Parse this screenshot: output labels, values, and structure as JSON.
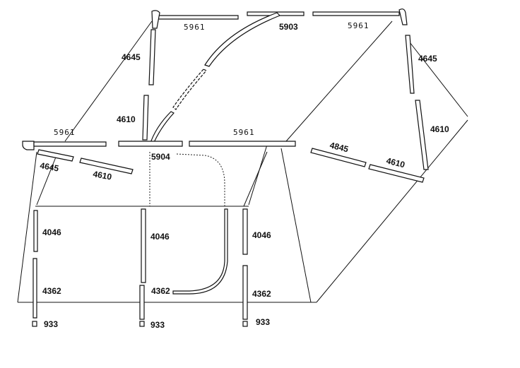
{
  "diagram": {
    "labels": {
      "p5961_top_left": "5961",
      "p5903": "5903",
      "p5961_top_right": "5961",
      "p4645_top_left": "4645",
      "p4645_top_right": "4645",
      "p4610_center": "4610",
      "p4610_right_vertical": "4610",
      "p5961_mid_left": "5961",
      "p5961_mid_right": "5961",
      "p4845": "4845",
      "p4610_right_diag": "4610",
      "p5904": "5904",
      "p4645_left": "4645",
      "p4610_left": "4610",
      "p4046_left": "4046",
      "p4046_center": "4046",
      "p4046_right": "4046",
      "p4362_left": "4362",
      "p4362_center": "4362",
      "p4362_right": "4362",
      "p933_left": "933",
      "p933_center": "933",
      "p933_right": "933"
    }
  }
}
